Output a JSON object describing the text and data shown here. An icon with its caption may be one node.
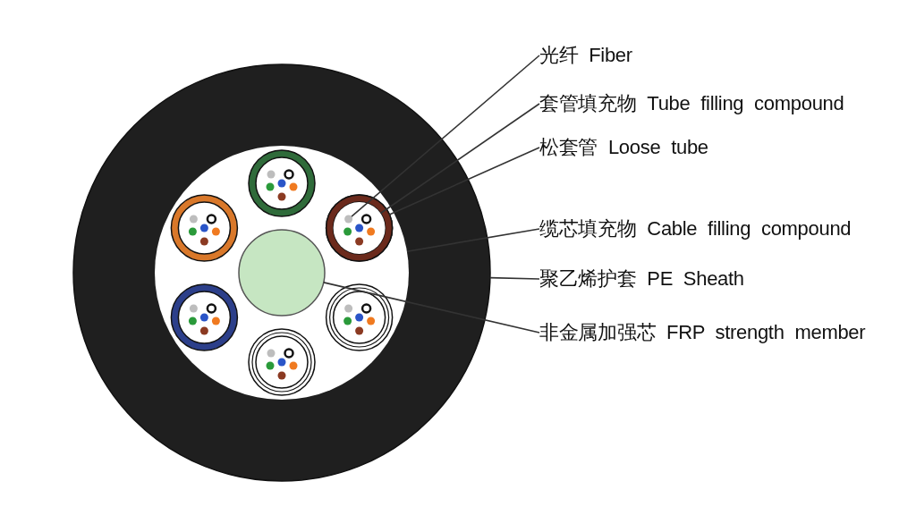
{
  "diagram": {
    "nodes": [
      {
        "text": [
          "光纤 Fiber"
        ]
      },
      {
        "text": [
          "套管填充物 Tube filling compound"
        ]
      },
      {
        "text": [
          "松套管 Loose tube"
        ]
      },
      {
        "text": [
          "缆芯填充物 Cable filling compound"
        ]
      },
      {
        "text": [
          "聚乙烯护套 PE Sheath"
        ]
      },
      {
        "text": [
          "非金属加强芯 FRP strength member"
        ]
      },
      {
        "text": [],
        "shape": "circle"
      },
      {
        "text": [],
        "shape": "circle",
        "in": 6
      },
      {
        "text": [],
        "shape": "circle",
        "in": 7
      },
      {
        "text": [],
        "shape": "circle",
        "in": 7
      },
      {
        "text": [],
        "shape": "circle",
        "in": 9
      },
      {
        "text": [],
        "shape": "circle",
        "in": 10
      }
    ],
    "edges": [
      {
        "from": 0,
        "to": 11,
        "arrow": "none"
      },
      {
        "from": 1,
        "to": 10,
        "arrow": "none"
      },
      {
        "from": 2,
        "to": 9,
        "arrow": "none"
      },
      {
        "from": 3,
        "to": 7,
        "arrow": "none"
      },
      {
        "from": 4,
        "to": 6,
        "arrow": "none"
      },
      {
        "from": 5,
        "to": 8,
        "arrow": "none"
      }
    ]
  }
}
